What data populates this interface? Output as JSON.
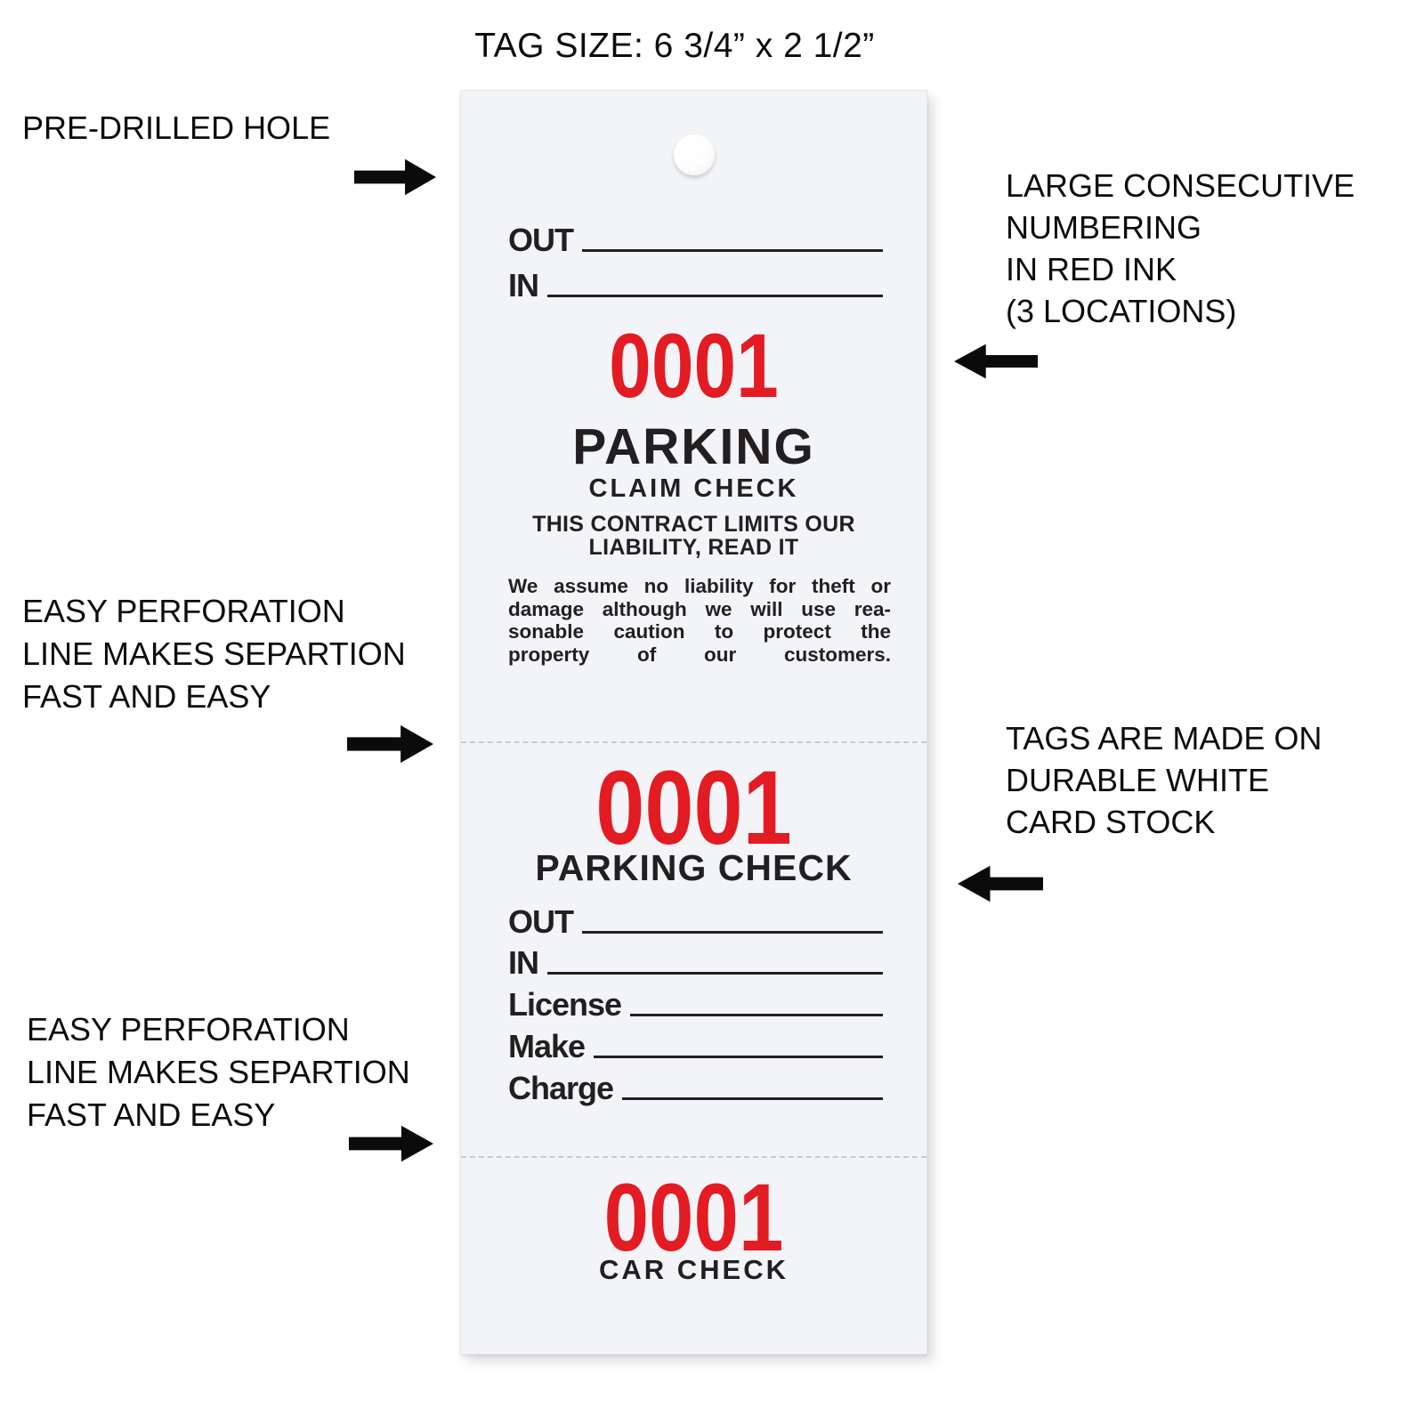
{
  "title": "TAG SIZE: 6 3/4” x 2 1/2”",
  "callouts": {
    "pre_drilled_hole": {
      "line1": "PRE-DRILLED HOLE"
    },
    "numbering": {
      "line1": "LARGE CONSECUTIVE",
      "line2": "NUMBERING",
      "line3": "IN RED INK",
      "line4": "(3 LOCATIONS)"
    },
    "perforation_top": {
      "line1": "EASY PERFORATION",
      "line2": "LINE MAKES SEPARTION",
      "line3": "FAST AND EASY"
    },
    "card_stock": {
      "line1": "TAGS ARE MADE ON",
      "line2": "DURABLE WHITE",
      "line3": "CARD STOCK"
    },
    "perforation_bottom": {
      "line1": "EASY PERFORATION",
      "line2": "LINE MAKES SEPARTION",
      "line3": "FAST AND EASY"
    }
  },
  "tag": {
    "claim_stub": {
      "out_label": "OUT",
      "in_label": "IN",
      "number": "0001",
      "title": "PARKING",
      "subtitle": "CLAIM CHECK",
      "notice_line1": "THIS CONTRACT LIMITS OUR",
      "notice_line2": "LIABILITY, READ IT",
      "body_line1": "We assume no liability for theft or",
      "body_line2": "damage although we will use rea-",
      "body_line3": "sonable caution to protect the",
      "body_line4": "property of our customers."
    },
    "parking_stub": {
      "number": "0001",
      "title": "PARKING CHECK",
      "out_label": "OUT",
      "in_label": "IN",
      "license_label": "License",
      "make_label": "Make",
      "charge_label": "Charge"
    },
    "car_stub": {
      "number": "0001",
      "title": "CAR CHECK"
    }
  },
  "colors": {
    "number_red": "#e31b23",
    "ink_black": "#231f20",
    "tag_background": "#f2f4f8"
  }
}
